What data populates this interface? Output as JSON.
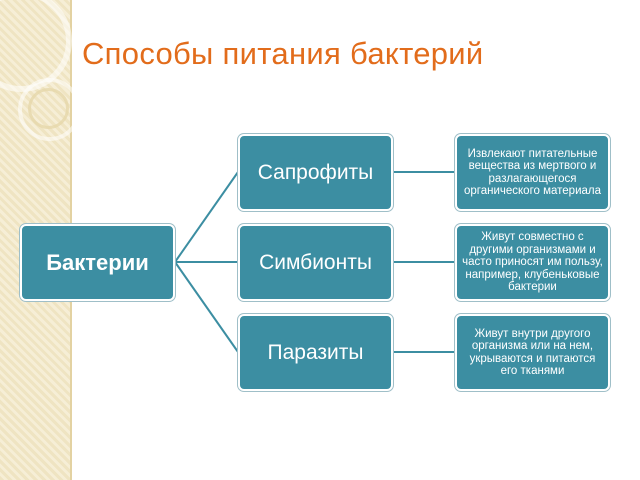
{
  "slide": {
    "title": "Способы питания бактерий"
  },
  "diagram": {
    "root": "Бактерии",
    "branches": [
      {
        "label": "Сапрофиты",
        "detail": "Извлекают питательные вещества из мертвого и разлагающегося органического материала"
      },
      {
        "label": "Симбионты",
        "detail": "Живут совместно с другими организмами и часто приносят им пользу, например, клубеньковые бактерии"
      },
      {
        "label": "Паразиты",
        "detail": "Живут внутри другого организма или на нем, укрываются и питаются его тканями"
      }
    ]
  },
  "colors": {
    "box_fill": "#3c8ea2",
    "title": "#e26c1b",
    "connector": "#3c8ea2"
  }
}
